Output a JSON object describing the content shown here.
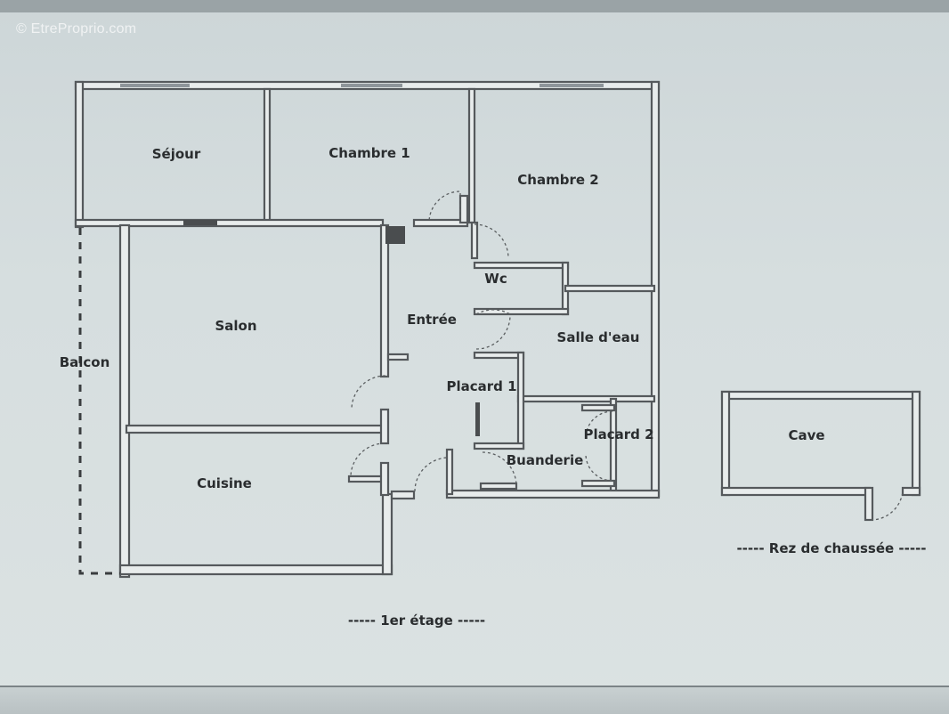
{
  "watermark": "© EtreProprio.com",
  "rooms": {
    "sejour": "Séjour",
    "chambre1": "Chambre 1",
    "chambre2": "Chambre 2",
    "salon": "Salon",
    "entree": "Entrée",
    "wc": "Wc",
    "salle_deau": "Salle d'eau",
    "placard1": "Placard 1",
    "placard2": "Placard 2",
    "buanderie": "Buanderie",
    "cuisine": "Cuisine",
    "balcon": "Balcon",
    "cave": "Cave"
  },
  "captions": {
    "first_floor": "----- 1er étage -----",
    "ground_floor": "----- Rez de chaussée -----"
  }
}
